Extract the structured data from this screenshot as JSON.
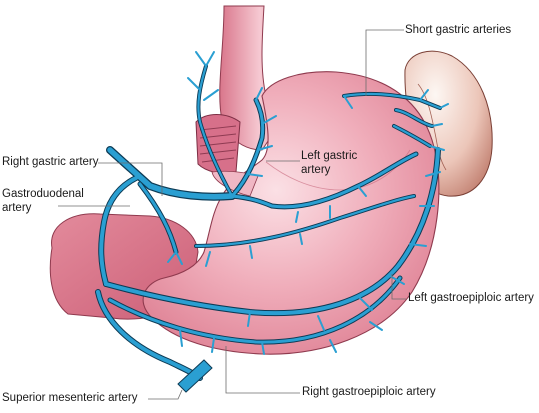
{
  "labels": {
    "short_gastric": "Short gastric arteries",
    "right_gastric": "Right gastric artery",
    "left_gastric_line1": "Left gastric",
    "left_gastric_line2": "artery",
    "gastroduodenal_line1": "Gastroduodenal",
    "gastroduodenal_line2": "artery",
    "left_gastroepiploic": "Left gastroepiploic artery",
    "superior_mesenteric": "Superior mesenteric artery",
    "right_gastroepiploic": "Right gastroepiploic artery"
  },
  "colors": {
    "artery": "#2a9fd2",
    "artery_outline": "#0d3b55",
    "stomach_fill": "#e58f9f",
    "stomach_highlight": "#f7d3da",
    "spleen_fill": "#cf8f80",
    "spleen_light": "#faf1ec",
    "muscle": "#d7708a",
    "leader_line": "#6d6d6d",
    "text": "#1a1a1a"
  }
}
